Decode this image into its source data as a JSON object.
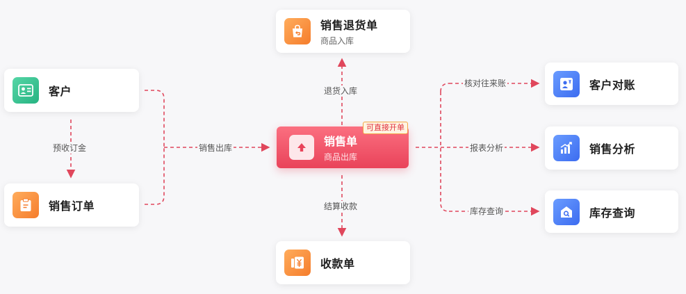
{
  "nodes": {
    "customer": {
      "title": "客户",
      "icon": "customer-card-icon",
      "color": "#2fbf8c"
    },
    "sales_order": {
      "title": "销售订单",
      "icon": "order-clipboard-icon",
      "color": "#f58a36"
    },
    "sales_return": {
      "title": "销售退货单",
      "subtitle": "商品入库",
      "icon": "return-bag-icon",
      "color": "#f58a36"
    },
    "sales_invoice": {
      "title": "销售单",
      "subtitle": "商品出库",
      "badge": "可直接开单",
      "icon": "upload-arrow-icon",
      "color": "#ec4b60"
    },
    "receipt": {
      "title": "收款单",
      "icon": "yuan-receipt-icon",
      "color": "#f58a36"
    },
    "customer_recon": {
      "title": "客户对账",
      "icon": "customer-statement-icon",
      "color": "#4a7cf5"
    },
    "sales_analysis": {
      "title": "销售分析",
      "icon": "bar-chart-icon",
      "color": "#4a7cf5"
    },
    "inventory_query": {
      "title": "库存查询",
      "icon": "warehouse-search-icon",
      "color": "#4a7cf5"
    }
  },
  "edges": {
    "prepay": "预收订金",
    "sales_out": "销售出库",
    "return_in": "退货入库",
    "settle": "结算收款",
    "reconcile": "核对往来账",
    "report": "报表分析",
    "stock": "库存查询"
  },
  "colors": {
    "connector": "#e0475c",
    "background": "#f7f7f9"
  }
}
